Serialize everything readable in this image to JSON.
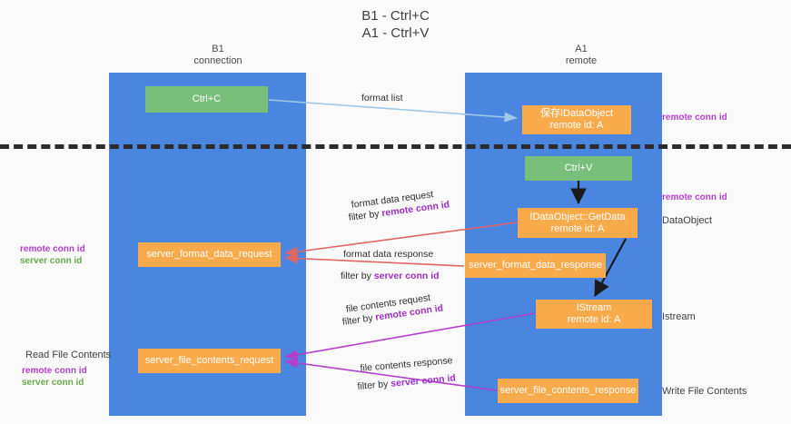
{
  "title": "B1 - Ctrl+C\nA1 - Ctrl+V",
  "columns": {
    "left": {
      "name": "B1",
      "role": "connection",
      "label": "B1\nconnection"
    },
    "right": {
      "name": "A1",
      "role": "remote",
      "label": "A1\nremote"
    }
  },
  "colors": {
    "lane": "#4a86e0",
    "node_green": "#78c07a",
    "node_orange": "#f9ab4c",
    "conn_id_remote": "#b23fcb",
    "conn_id_server": "#6aa84f",
    "arrow_format_list": "#9fc8ea",
    "arrow_format_data": "#e06666",
    "arrow_file_contents": "#b23fcb",
    "arrow_black": "#1a1a1a",
    "divider": "#2b2b2b",
    "background": "#fafafa"
  },
  "nodes": {
    "ctrl_c": "Ctrl+C",
    "data_object": "保存IDataObject\nremote id: A",
    "ctrl_v": "Ctrl+V",
    "get_data": "IDataObject::GetData\nremote id: A",
    "server_format_data_request": "server_format_data_request",
    "server_format_data_response": "server_format_data_response",
    "istream": "IStream\nremote id: A",
    "server_file_contents_request": "server_file_contents_request",
    "server_file_contents_response": "server_file_contents_response"
  },
  "side_labels": {
    "data_object": "DataObject",
    "istream": "Istream",
    "write_file_contents": "Write File Contents",
    "read_file_contents": "Read File Contents"
  },
  "conn_id_labels": {
    "right_top": "remote conn id",
    "right_mid": "remote conn id",
    "left_mid_remote": "remote conn id",
    "left_mid_server": "server conn id",
    "left_bottom_remote": "remote conn id",
    "left_bottom_server": "server conn id"
  },
  "edges": {
    "format_list": "format list",
    "format_data_request": "format data request",
    "format_data_request_filter_prefix": "filter by ",
    "format_data_request_filter_value": "remote conn id",
    "format_data_response": "format data response",
    "format_data_response_filter_prefix": "filter by ",
    "format_data_response_filter_value": "server conn id",
    "file_contents_request": "file contents request",
    "file_contents_request_filter_prefix": "filter by ",
    "file_contents_request_filter_value": "remote conn id",
    "file_contents_response": "file contents response",
    "file_contents_response_filter_prefix": "filter by ",
    "file_contents_response_filter_value": "server conn id"
  }
}
